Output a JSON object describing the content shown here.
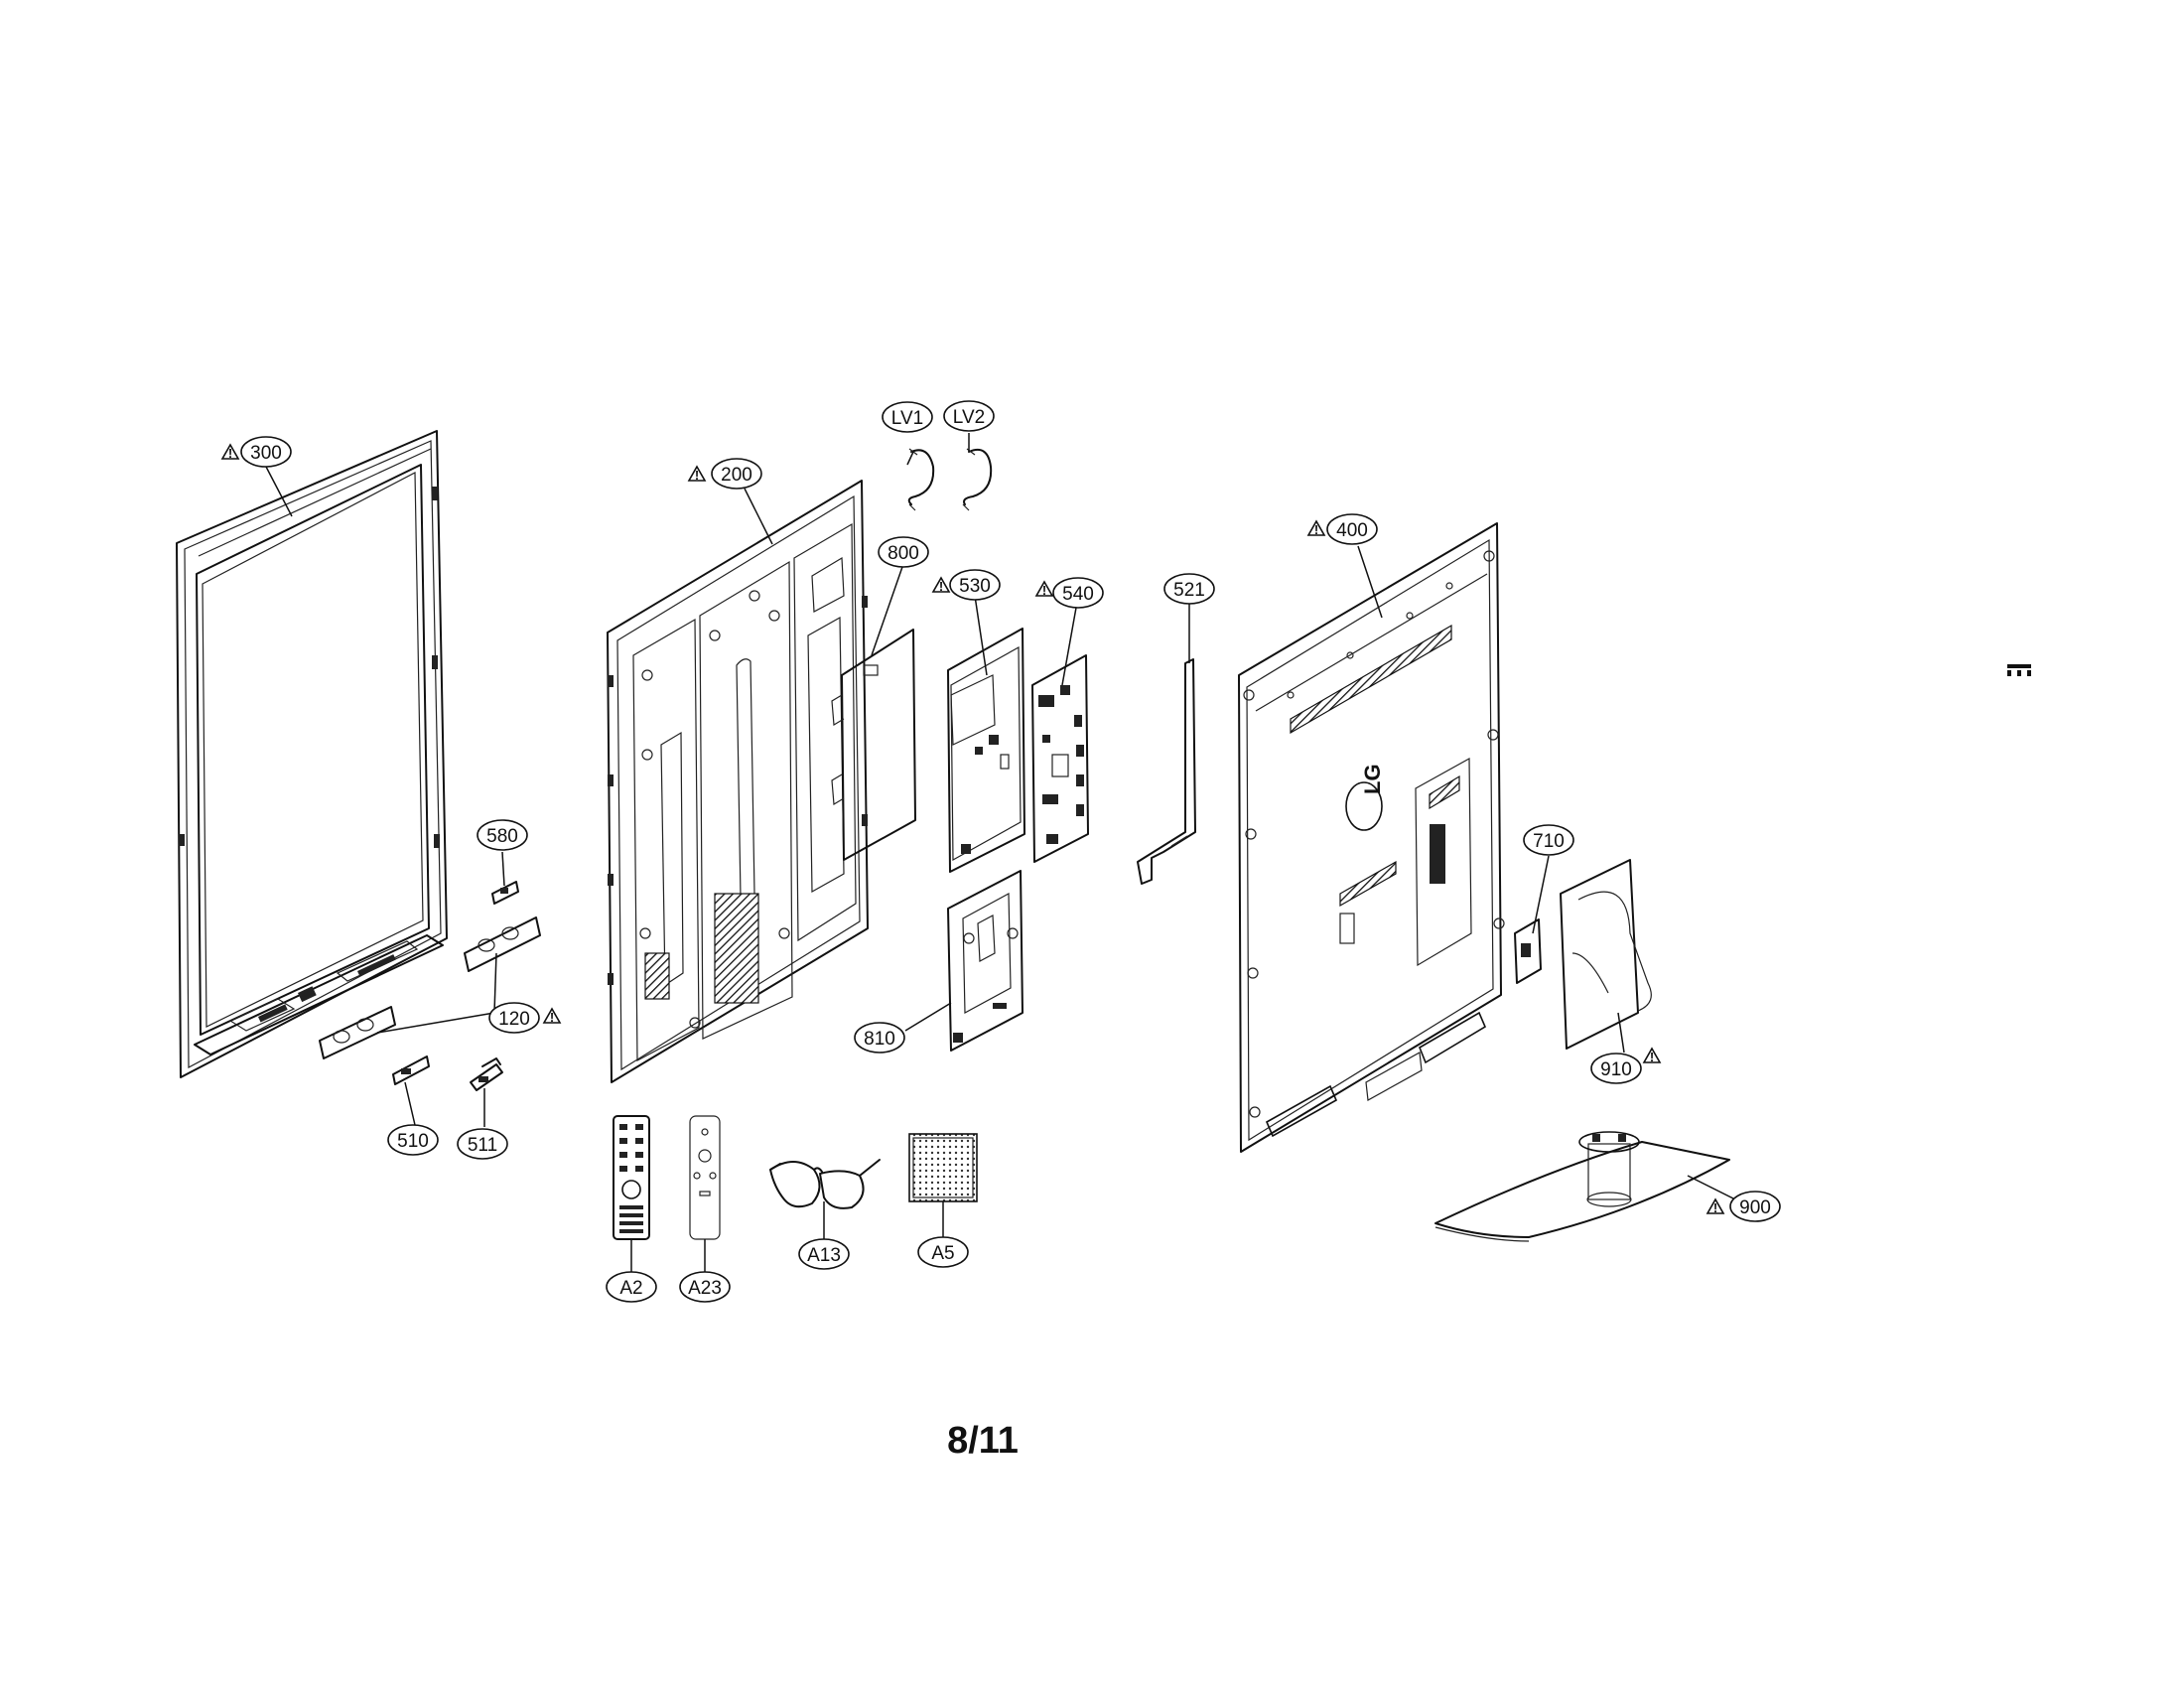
{
  "diagram": {
    "page_number": "8/11",
    "logo_text": "LG",
    "parts": [
      {
        "id": "300",
        "label": "300",
        "caution": true
      },
      {
        "id": "200",
        "label": "200",
        "caution": true
      },
      {
        "id": "lv1",
        "label": "LV1",
        "caution": false
      },
      {
        "id": "lv2",
        "label": "LV2",
        "caution": false
      },
      {
        "id": "800",
        "label": "800",
        "caution": false
      },
      {
        "id": "530",
        "label": "530",
        "caution": true
      },
      {
        "id": "540",
        "label": "540",
        "caution": true
      },
      {
        "id": "521",
        "label": "521",
        "caution": false
      },
      {
        "id": "400",
        "label": "400",
        "caution": true
      },
      {
        "id": "580",
        "label": "580",
        "caution": false
      },
      {
        "id": "120",
        "label": "120",
        "caution": true
      },
      {
        "id": "510",
        "label": "510",
        "caution": false
      },
      {
        "id": "511",
        "label": "511",
        "caution": false
      },
      {
        "id": "810",
        "label": "810",
        "caution": false
      },
      {
        "id": "710",
        "label": "710",
        "caution": false
      },
      {
        "id": "910",
        "label": "910",
        "caution": true
      },
      {
        "id": "900",
        "label": "900",
        "caution": true
      },
      {
        "id": "a2",
        "label": "A2",
        "caution": false
      },
      {
        "id": "a23",
        "label": "A23",
        "caution": false
      },
      {
        "id": "a13",
        "label": "A13",
        "caution": false
      },
      {
        "id": "a5",
        "label": "A5",
        "caution": false
      }
    ],
    "caution_symbol": "!"
  }
}
